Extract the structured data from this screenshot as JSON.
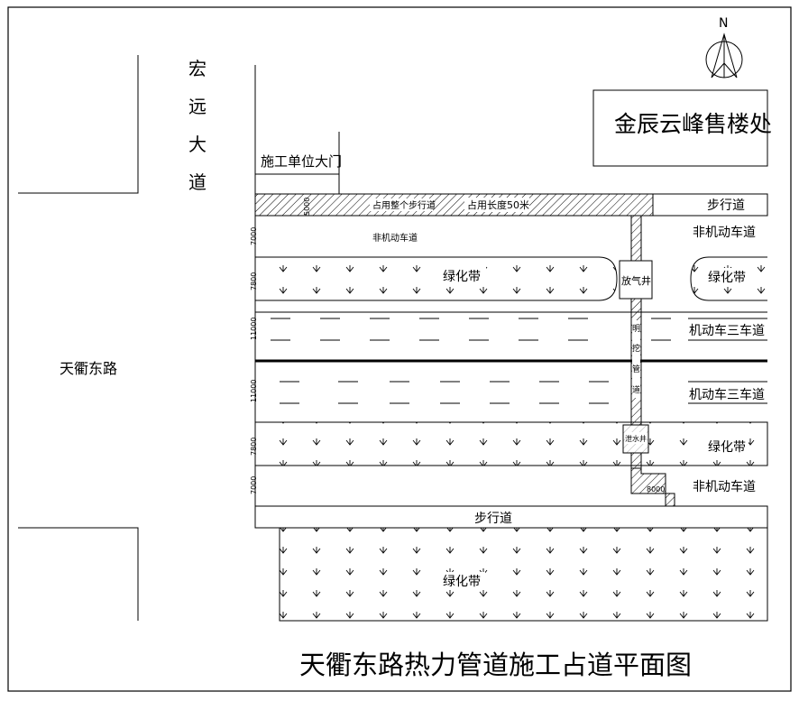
{
  "title": "天衢东路热力管道施工占道平面图",
  "north": "N",
  "roads": {
    "hongyuan": [
      "宏",
      "远",
      "大",
      "道"
    ],
    "tianqu": "天衢东路"
  },
  "buildings": {
    "sales_office": "金辰云峰售楼处",
    "construction_gate": "施工单位大门"
  },
  "occupation": {
    "whole_sidewalk": "占用整个步行道",
    "length": "占用长度50米"
  },
  "lanes": {
    "sidewalk_north": "步行道",
    "non_motor_north": "非机动车道",
    "non_motor_north_small": "非机动车道",
    "green_north": "绿化带",
    "green_north_right": "绿化带",
    "motor_north": "机动车三车道",
    "motor_south": "机动车三车道",
    "green_south": "绿化带",
    "non_motor_south": "非机动车道",
    "sidewalk_south": "步行道",
    "green_bottom": "绿化带"
  },
  "pipe": {
    "vent_well": "放气井",
    "drain_well": "泄水井",
    "pipe_chars": [
      "明",
      "挖",
      "管",
      "道"
    ]
  },
  "dimensions": {
    "sidewalk": "5000",
    "non_motor_north": "7000",
    "green_north": "7800",
    "motor_north": "11000",
    "motor_south": "11000",
    "green_south": "7800",
    "non_motor_south": "7000",
    "pipe_end": "8000"
  },
  "colors": {
    "line": "#000000",
    "background": "#ffffff"
  }
}
